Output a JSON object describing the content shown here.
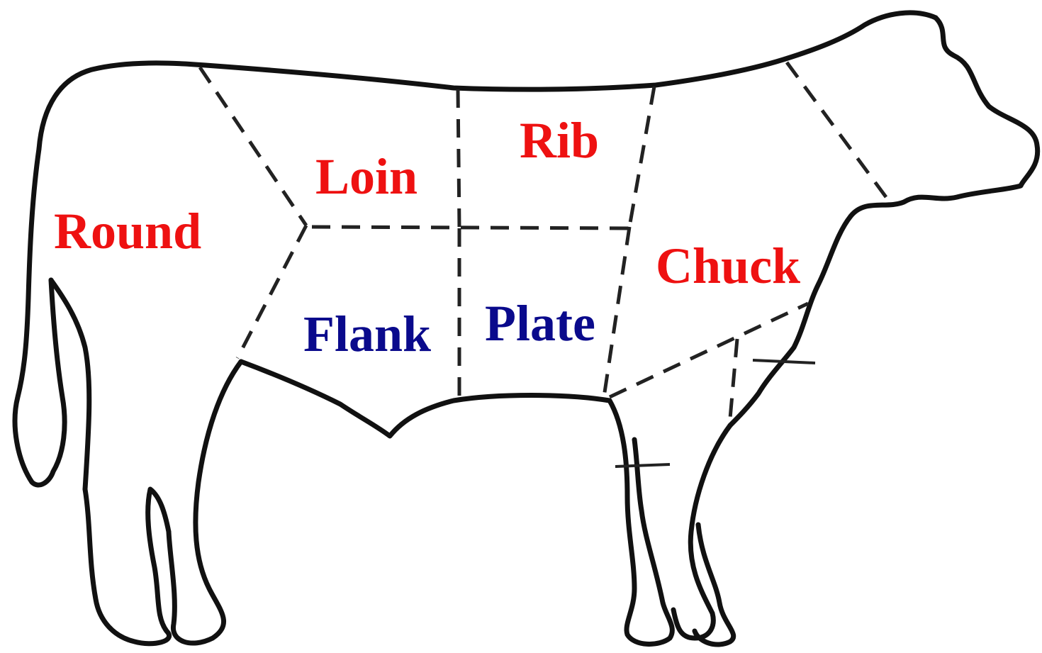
{
  "diagram": {
    "cuts": {
      "round": {
        "label": "Round",
        "color": "#ee1111"
      },
      "loin": {
        "label": "Loin",
        "color": "#ee1111"
      },
      "rib": {
        "label": "Rib",
        "color": "#ee1111"
      },
      "chuck": {
        "label": "Chuck",
        "color": "#ee1111"
      },
      "flank": {
        "label": "Flank",
        "color": "#0a0a8c"
      },
      "plate": {
        "label": "Plate",
        "color": "#0a0a8c"
      }
    },
    "outline_color": "#111111",
    "cut_line_style": "dashed"
  }
}
